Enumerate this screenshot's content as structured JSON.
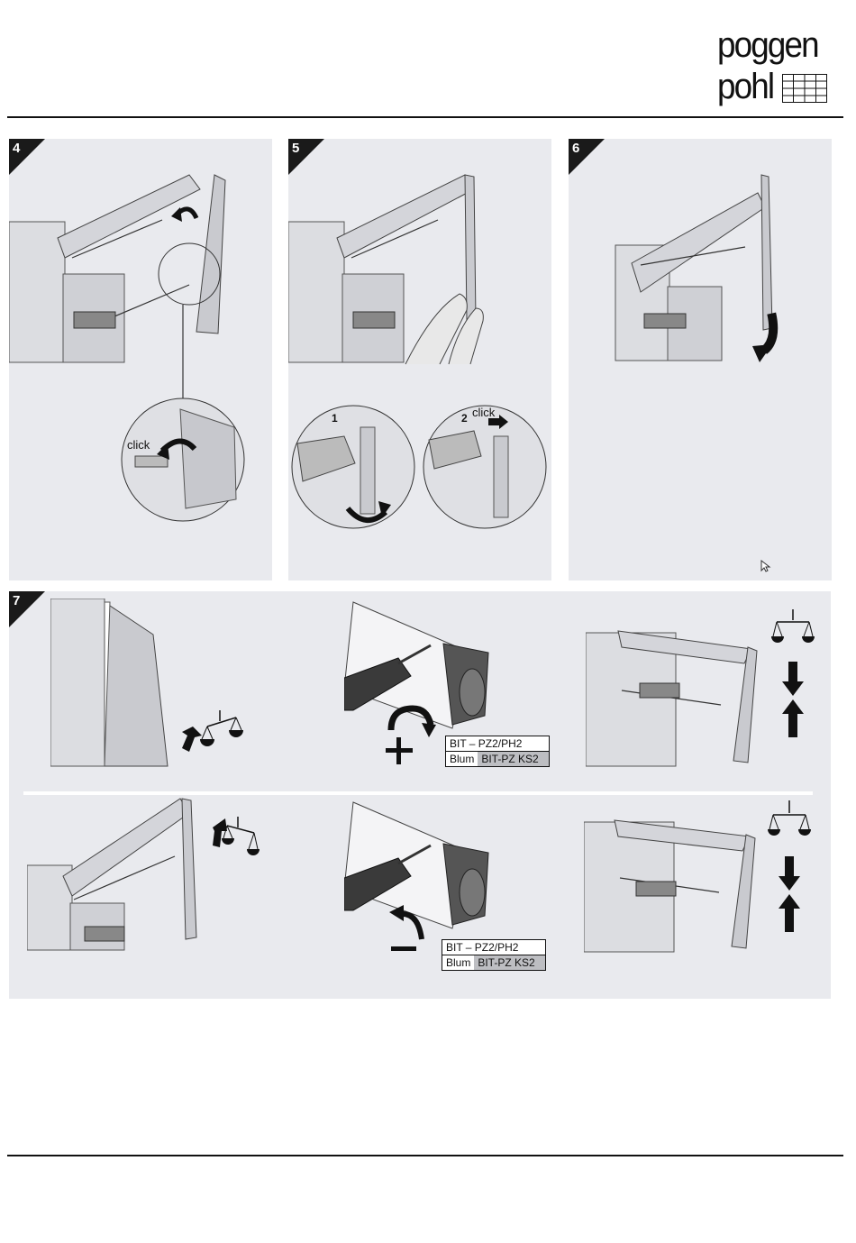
{
  "logo": {
    "line1": "poggen",
    "line2": "pohl"
  },
  "steps": {
    "s4": {
      "number": "4",
      "click": "click"
    },
    "s5": {
      "number": "5",
      "sub1": "1",
      "sub2": "2",
      "click": "click"
    },
    "s6": {
      "number": "6"
    },
    "s7": {
      "number": "7",
      "increase": {
        "bit_line1": "BIT – PZ2/PH2",
        "bit_brand": "Blum",
        "bit_code": "BIT-PZ KS2"
      },
      "decrease": {
        "bit_line1": "BIT – PZ2/PH2",
        "bit_brand": "Blum",
        "bit_code": "BIT-PZ KS2"
      }
    }
  },
  "colors": {
    "panel": "#e9eaee",
    "badge": "#1a1a1a",
    "rule": "#111111"
  },
  "icons": [
    "balance-scale-icon",
    "arrow-down-icon",
    "arrow-up-icon",
    "rotate-clockwise-icon",
    "rotate-counterclockwise-icon",
    "plus-icon",
    "minus-icon",
    "cursor-icon"
  ]
}
